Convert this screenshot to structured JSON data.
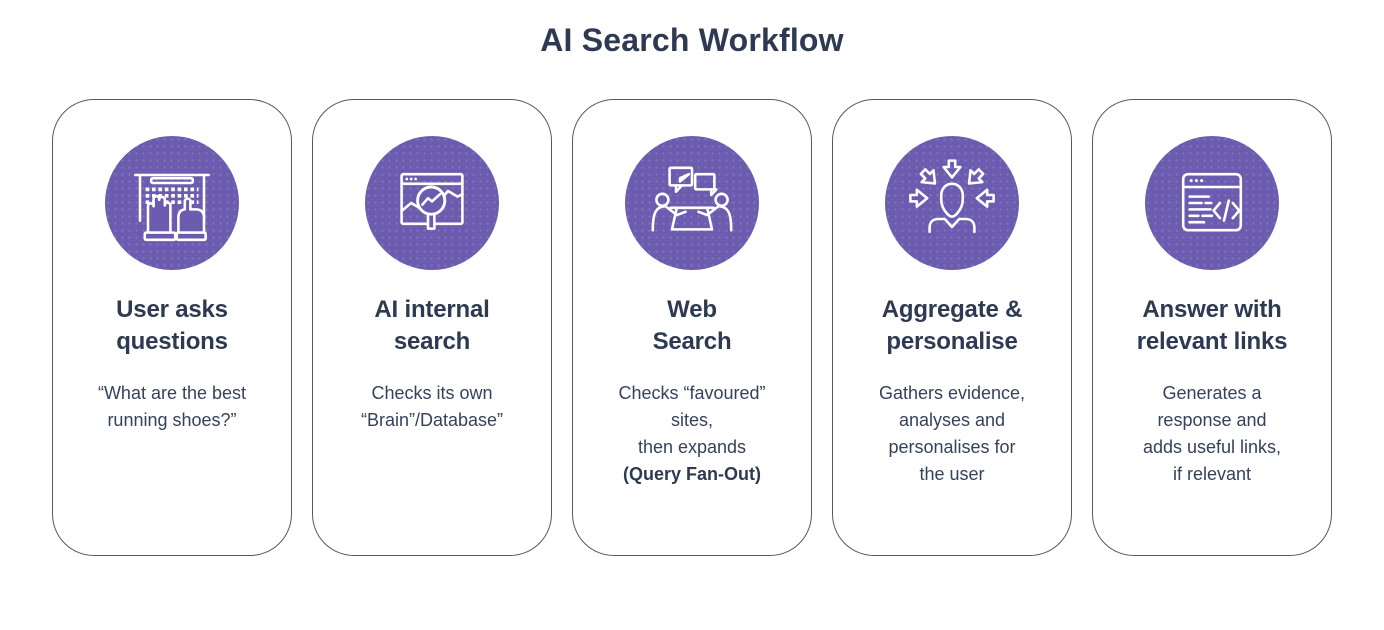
{
  "header": {
    "title": "AI Search Workflow"
  },
  "theme": {
    "accent_purple": "#6b5caf",
    "title_navy": "#2d3a52",
    "body_text": "#35425c",
    "card_border": "#595959",
    "icon_stroke": "#ffffff",
    "background": "#ffffff"
  },
  "cards": [
    {
      "id": "user-asks-questions",
      "icon": "typing-hands-keyboard-icon",
      "title": "User asks\nquestions",
      "body": "“What are the best\nrunning shoes?”",
      "emphasis": ""
    },
    {
      "id": "ai-internal-search",
      "icon": "browser-chart-magnifier-icon",
      "title": "AI internal\nsearch",
      "body": "Checks its own\n“Brain”/Database”",
      "emphasis": ""
    },
    {
      "id": "web-search",
      "icon": "people-conversation-icon",
      "title": "Web\nSearch",
      "body": "Checks “favoured”\nsites,\nthen expands",
      "emphasis": "(Query Fan-Out)"
    },
    {
      "id": "aggregate-personalise",
      "icon": "head-inward-arrows-icon",
      "title": "Aggregate &\npersonalise",
      "body": "Gathers evidence,\nanalyses and\npersonalises for\nthe user",
      "emphasis": ""
    },
    {
      "id": "answer-relevant-links",
      "icon": "browser-code-icon",
      "title": "Answer with\nrelevant links",
      "body": "Generates a\nresponse and\nadds useful links,\nif relevant",
      "emphasis": ""
    }
  ]
}
